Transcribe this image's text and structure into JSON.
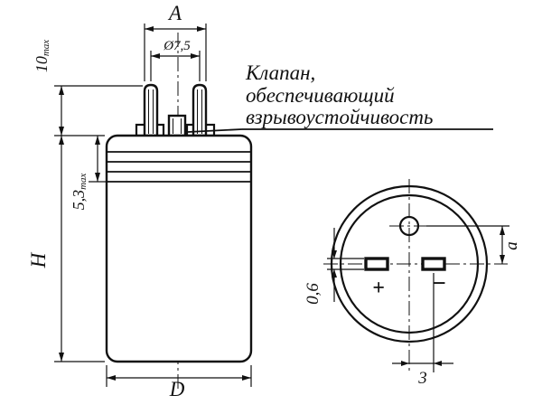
{
  "meta": {
    "background_color": "#ffffff",
    "ink_color": "#111111",
    "drawing_type": "capacitor outline drawing"
  },
  "side_view": {
    "dim_top_width": "A",
    "dim_pin_diameter": "Ø7,5",
    "dim_pin_height_value": "10",
    "dim_pin_height_suffix": "max",
    "dim_crimp_value": "5,3",
    "dim_crimp_suffix": "max",
    "dim_height": "H",
    "dim_diameter": "D"
  },
  "annotation": {
    "line1": "Клапан,",
    "line2": "обеспечивающий",
    "line3": "взрывоустойчивость"
  },
  "bottom_view": {
    "dim_valve_offset": "a",
    "dim_terminal_thickness": "0,6",
    "dim_center_to_terminal": "3",
    "terminal_plus": "+",
    "terminal_minus": "−"
  }
}
